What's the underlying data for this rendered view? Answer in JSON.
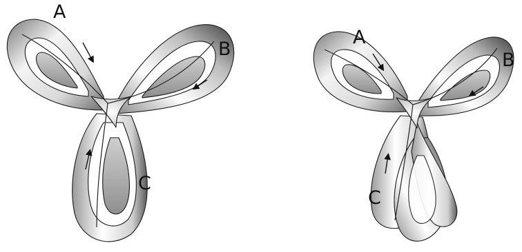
{
  "figure": {
    "panels": [
      {
        "id": "left",
        "labels": {
          "a": "A",
          "b": "B",
          "c": "C"
        }
      },
      {
        "id": "right",
        "labels": {
          "a": "A",
          "b": "B",
          "c": "C"
        }
      }
    ]
  },
  "colors": {
    "ink": "#111111",
    "ribbon_light": "#ffffff",
    "ribbon_dark": "#555555"
  }
}
